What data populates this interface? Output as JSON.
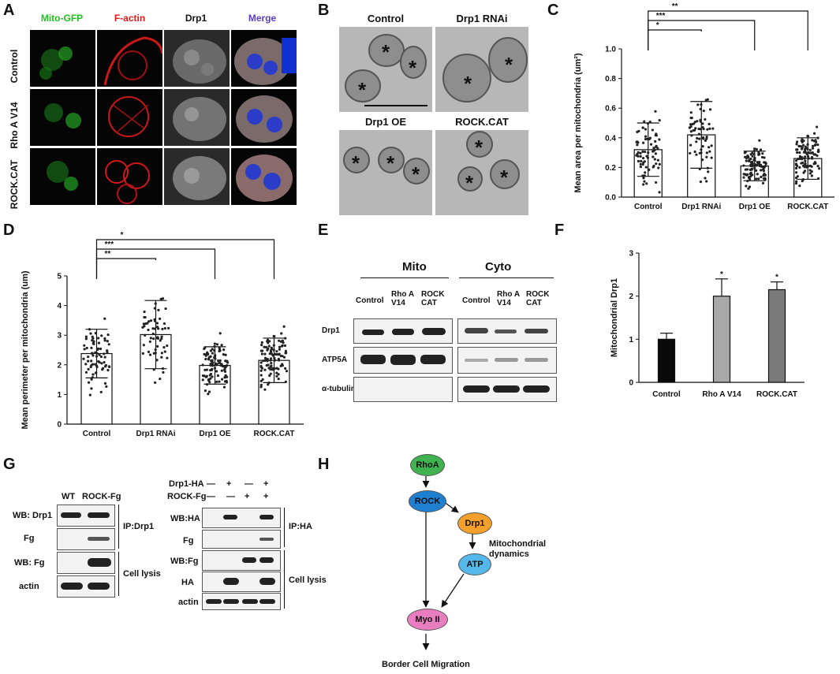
{
  "panels": {
    "A": "A",
    "B": "B",
    "C": "C",
    "D": "D",
    "E": "E",
    "F": "F",
    "G": "G",
    "H": "H"
  },
  "panel_a": {
    "columns": [
      "Mito-GFP",
      "F-actin",
      "Drp1",
      "Merge"
    ],
    "column_colors": [
      "#22c022",
      "#e41a1a",
      "#111111",
      "#5a3cc8"
    ],
    "rows": [
      "Control",
      "Rho A V14",
      "ROCK.CAT"
    ]
  },
  "panel_b": {
    "titles": [
      "Control",
      "Drp1 RNAi",
      "Drp1 OE",
      "ROCK.CAT"
    ],
    "asterisk": "*"
  },
  "panel_c": {
    "chart_data": {
      "type": "bar",
      "categories": [
        "Control",
        "Drp1 RNAi",
        "Drp1 OE",
        "ROCK.CAT"
      ],
      "values": [
        0.32,
        0.42,
        0.21,
        0.26
      ],
      "sd": [
        0.18,
        0.225,
        0.1,
        0.14
      ],
      "ylabel": "Mean area per mitochondria (um²)",
      "ylim": [
        0,
        1.0
      ],
      "yticks": [
        "0.0",
        "0.2",
        "0.4",
        "0.6",
        "0.8",
        "1.0"
      ],
      "significance": [
        {
          "from": "Control",
          "to": "Drp1 RNAi",
          "label": "*"
        },
        {
          "from": "Control",
          "to": "Drp1 OE",
          "label": "***"
        },
        {
          "from": "Control",
          "to": "ROCK.CAT",
          "label": "**"
        }
      ]
    }
  },
  "panel_d": {
    "chart_data": {
      "type": "bar",
      "categories": [
        "Control",
        "Drp1 RNAi",
        "Drp1 OE",
        "ROCK.CAT"
      ],
      "values": [
        2.38,
        3.02,
        1.98,
        2.15
      ],
      "sd": [
        0.82,
        1.15,
        0.63,
        0.75
      ],
      "ylabel": "Mean perimeter per mitochondria (um)",
      "ylim": [
        0,
        5
      ],
      "yticks": [
        "0",
        "1",
        "2",
        "3",
        "4",
        "5"
      ],
      "significance": [
        {
          "from": "Control",
          "to": "Drp1 RNAi",
          "label": "**"
        },
        {
          "from": "Control",
          "to": "Drp1 OE",
          "label": "***"
        },
        {
          "from": "Control",
          "to": "ROCK.CAT",
          "label": "*"
        }
      ]
    }
  },
  "panel_e": {
    "groups": [
      "Mito",
      "Cyto"
    ],
    "lanes_mito": [
      "Control",
      "Rho A\nV14",
      "ROCK\nCAT"
    ],
    "lanes_cyto": [
      "Control",
      "Rho A\nV14",
      "ROCK\nCAT"
    ],
    "rows": [
      "Drp1",
      "ATP5A",
      "α-tubulin"
    ]
  },
  "panel_f": {
    "chart_data": {
      "type": "bar",
      "categories": [
        "Control",
        "Rho A V14",
        "ROCK.CAT"
      ],
      "values": [
        1.0,
        2.0,
        2.15
      ],
      "err": [
        0.14,
        0.4,
        0.18
      ],
      "colors": [
        "#0a0a0a",
        "#a8a8a8",
        "#7a7a7a"
      ],
      "ylabel": "Mitochondrial Drp1",
      "ylim": [
        0,
        3
      ],
      "yticks": [
        "0",
        "1",
        "2",
        "3"
      ],
      "marks": [
        "",
        "*",
        "*"
      ]
    }
  },
  "panel_g": {
    "left": {
      "lanes": [
        "WT",
        "ROCK-Fg"
      ],
      "rows": [
        "WB: Drp1",
        "Fg",
        "WB: Fg",
        "actin"
      ],
      "groups": [
        "IP:Drp1",
        "Cell lysis"
      ]
    },
    "right": {
      "conditions": [
        {
          "label": "Drp1-HA",
          "signs": [
            "—",
            "+",
            "—",
            "+"
          ]
        },
        {
          "label": "ROCK-Fg",
          "signs": [
            "—",
            "—",
            "+",
            "+"
          ]
        }
      ],
      "rows": [
        "WB:HA",
        "Fg",
        "WB:Fg",
        "HA",
        "actin"
      ],
      "groups": [
        "IP:HA",
        "Cell lysis"
      ]
    }
  },
  "panel_h": {
    "nodes": [
      "RhoA",
      "ROCK",
      "Drp1",
      "ATP",
      "Myo II"
    ],
    "node_colors": [
      "#3fb34f",
      "#1f7fd0",
      "#f5a02a",
      "#55b8ea",
      "#e87ec0"
    ],
    "mito_label": "Mitochondrial\ndynamics",
    "outcome": "Border Cell Migration"
  }
}
